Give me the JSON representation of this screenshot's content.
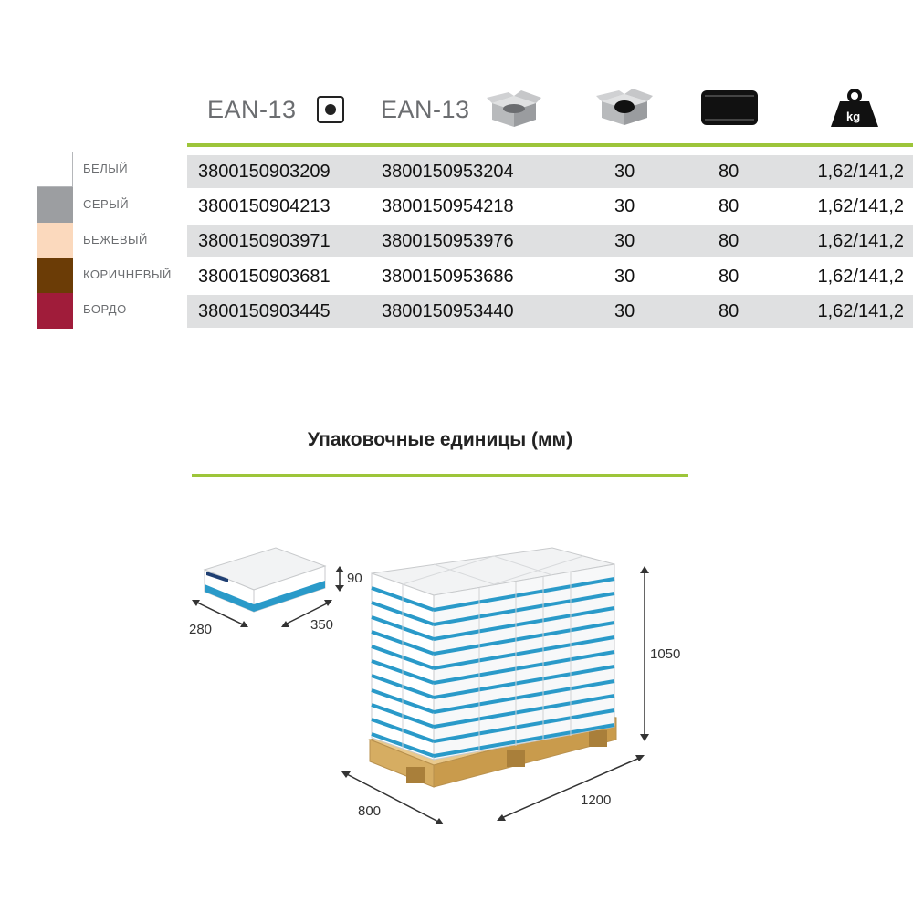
{
  "header": {
    "ean_single": "EAN-13",
    "ean_box": "EAN-13",
    "icons": [
      "single-pack-icon",
      "box-icon",
      "pack-count-box-icon",
      "paper-ream-icon",
      "weight-kg-icon"
    ],
    "weight_unit": "kg"
  },
  "colors": [
    {
      "label": "БЕЛЫЙ",
      "hex": "#ffffff"
    },
    {
      "label": "СЕРЫЙ",
      "hex": "#9c9ea1"
    },
    {
      "label": "БЕЖЕВЫЙ",
      "hex": "#fbd9bd"
    },
    {
      "label": "КОРИЧНЕВЫЙ",
      "hex": "#6b3c06"
    },
    {
      "label": "БОРДО",
      "hex": "#a01c3a"
    }
  ],
  "rows": [
    {
      "ean_single": "3800150903209",
      "ean_box": "3800150953204",
      "count": "30",
      "gsm": "80",
      "weight": "1,62/141,2"
    },
    {
      "ean_single": "3800150904213",
      "ean_box": "3800150954218",
      "count": "30",
      "gsm": "80",
      "weight": "1,62/141,2"
    },
    {
      "ean_single": "3800150903971",
      "ean_box": "3800150953976",
      "count": "30",
      "gsm": "80",
      "weight": "1,62/141,2"
    },
    {
      "ean_single": "3800150903681",
      "ean_box": "3800150953686",
      "count": "30",
      "gsm": "80",
      "weight": "1,62/141,2"
    },
    {
      "ean_single": "3800150903445",
      "ean_box": "3800150953440",
      "count": "30",
      "gsm": "80",
      "weight": "1,62/141,2"
    }
  ],
  "packaging": {
    "title": "Упаковочные единицы (мм)",
    "box_dims": {
      "height": "90",
      "depth": "280",
      "width": "350"
    },
    "pallet_dims": {
      "height": "1050",
      "depth": "800",
      "width": "1200"
    }
  },
  "accent_color": "#9dc53a"
}
